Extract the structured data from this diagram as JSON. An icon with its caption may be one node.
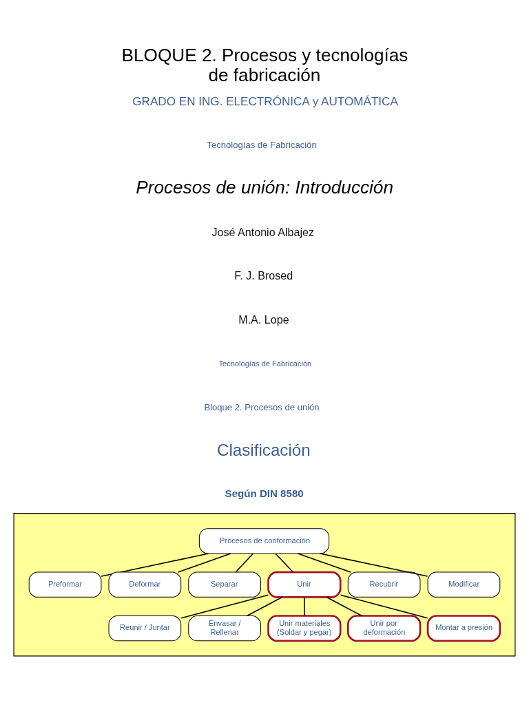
{
  "diagram": {
    "title": "BLOQUE 2. Procesos y tecnologías de fabricación",
    "nodes": [
      {
        "text": [],
        "shape": "box"
      },
      {
        "text": [
          "Procesos de conformación"
        ],
        "in": 0
      },
      {
        "text": [
          "Preformar"
        ],
        "in": 0
      },
      {
        "text": [
          "Deformar"
        ],
        "in": 0
      },
      {
        "text": [
          "Separar"
        ],
        "in": 0
      },
      {
        "text": [
          "Unir"
        ],
        "in": 0
      },
      {
        "text": [
          "Recubrir"
        ],
        "in": 0
      },
      {
        "text": [
          "Modificar"
        ],
        "in": 0
      },
      {
        "text": [
          "Reunir / Juntar"
        ],
        "in": 0
      },
      {
        "text": [
          "Envasar / Rellenar"
        ],
        "in": 0
      },
      {
        "text": [
          "Unir materiales (Soldar y pegar)"
        ],
        "in": 0
      },
      {
        "text": [
          "Unir por deformación"
        ],
        "in": 0
      },
      {
        "text": [
          "Montar a presión"
        ],
        "in": 0
      }
    ],
    "edges": [
      {
        "from": 1,
        "to": 2,
        "arrow": "none"
      },
      {
        "from": 1,
        "to": 3,
        "arrow": "none"
      },
      {
        "from": 1,
        "to": 4,
        "arrow": "none"
      },
      {
        "from": 1,
        "to": 5,
        "arrow": "none"
      },
      {
        "from": 1,
        "to": 6,
        "arrow": "none"
      },
      {
        "from": 1,
        "to": 7,
        "arrow": "none"
      },
      {
        "from": 5,
        "to": 8,
        "arrow": "none"
      },
      {
        "from": 5,
        "to": 9,
        "arrow": "none"
      },
      {
        "from": 5,
        "to": 10,
        "arrow": "none"
      },
      {
        "from": 5,
        "to": 11,
        "arrow": "none"
      },
      {
        "from": 5,
        "to": 12,
        "arrow": "none"
      }
    ],
    "labels": [
      "GRADO EN ING. ELECTRÓNICA y AUTOMÁTICA",
      "Tecnologías de Fabricación",
      "Procesos de unión: Introducción",
      "José Antonio Albajez",
      "F. J. Brosed",
      "M.A. Lope",
      "Tecnologías de Fabricación",
      "Bloque 2. Procesos de unión",
      "Clasificación",
      "Según DIN 8580"
    ]
  }
}
